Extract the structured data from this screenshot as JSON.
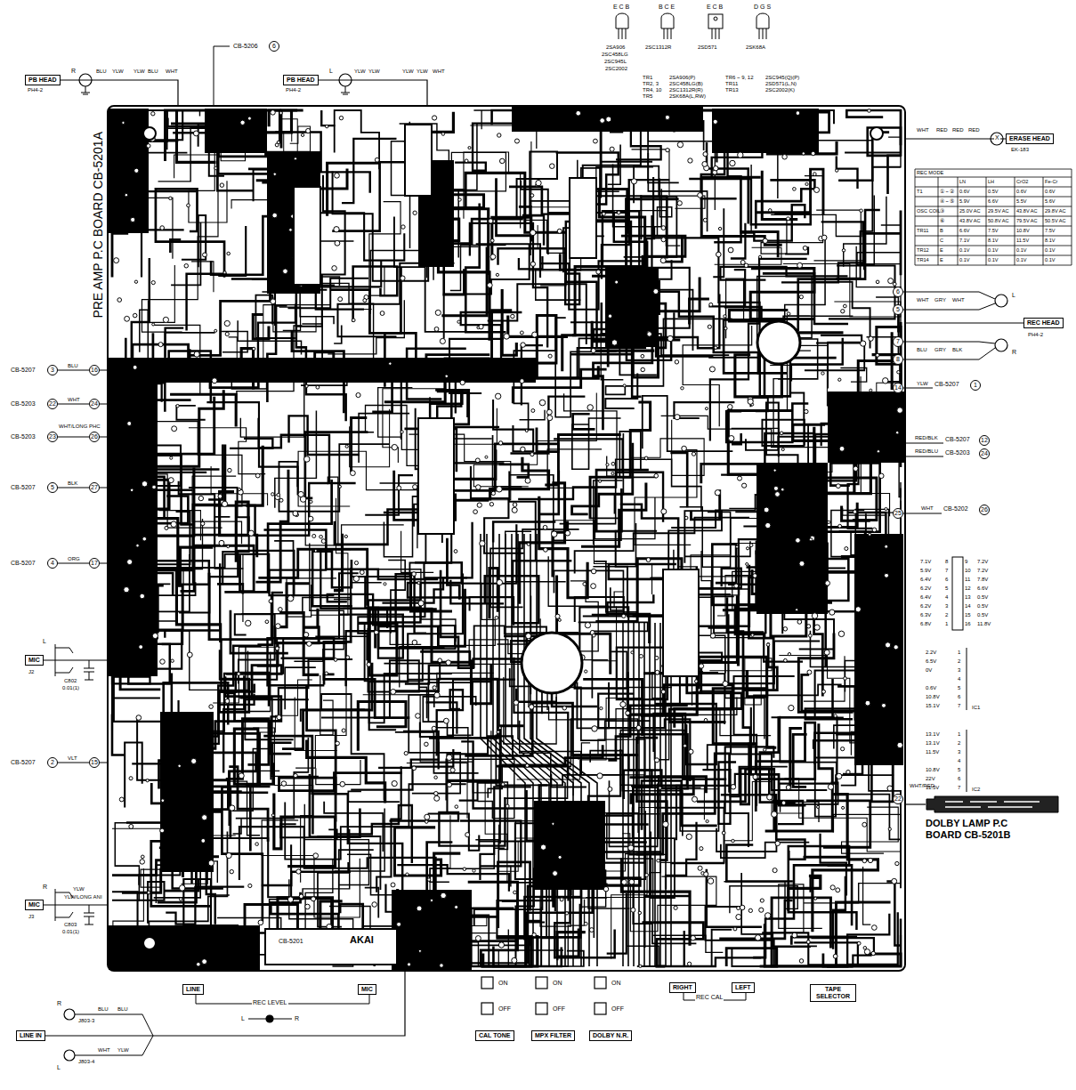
{
  "diagram": {
    "nodes": [
      {
        "text": [
          "PB HEAD"
        ]
      },
      {
        "text": [
          "PB HEAD"
        ]
      },
      {
        "text": [
          "ERASE HEAD"
        ]
      },
      {
        "text": [
          "PRE AMP P.C BOARD CB-5201A"
        ]
      },
      {
        "text": [
          "REC HEAD"
        ]
      },
      {
        "text": [
          "MIC"
        ]
      },
      {
        "text": [
          "MIC"
        ]
      },
      {
        "text": [
          "DOLBY LAMP P.C BOARD CB-5201B"
        ]
      },
      {
        "text": [
          "LINE"
        ]
      },
      {
        "text": [
          "MIC"
        ]
      },
      {
        "text": [
          "CAL TONE"
        ]
      },
      {
        "text": [
          "MPX FILTER"
        ]
      },
      {
        "text": [
          "DOLBY N.R."
        ]
      },
      {
        "text": [
          "RIGHT"
        ]
      },
      {
        "text": [
          "LEFT"
        ]
      },
      {
        "text": [
          "TAPE SELECTOR"
        ]
      },
      {
        "text": [
          "LINE IN"
        ]
      }
    ],
    "edges": [
      {
        "from": 0,
        "to": 3,
        "arrow": "none"
      },
      {
        "from": 1,
        "to": 3,
        "arrow": "none"
      },
      {
        "from": 2,
        "to": 3,
        "arrow": "none"
      },
      {
        "from": 4,
        "to": 3,
        "arrow": "none"
      },
      {
        "from": 5,
        "to": 3,
        "arrow": "none"
      },
      {
        "from": 6,
        "to": 3,
        "arrow": "none"
      },
      {
        "from": 16,
        "to": 3,
        "arrow": "none"
      },
      {
        "from": 7,
        "to": 3,
        "arrow": "none"
      }
    ],
    "labels": [
      "E C B",
      "B C E",
      "E C B",
      "D G S",
      "2SA906",
      "2SC458LG",
      "2SC945L",
      "2SC2002",
      "2SC1312R",
      "2SD571",
      "2SK68A",
      "TR1",
      "2SA906(P)",
      "TR2, 3",
      "2SC458LG(B)",
      "TR4, 10",
      "2SC1312R(R)",
      "TR5",
      "2SK68A(L,RW)",
      "TR6 ~ 9, 12",
      "2SC945(Q)(P)",
      "TR11",
      "2SD571(L,N)",
      "TR13",
      "2SC2002(K)",
      "PH4-2",
      "R",
      "BLU",
      "YLW",
      "YLW",
      "BLU",
      "WHT",
      "CB-5206",
      "6",
      "PH4-2",
      "L",
      "YLW",
      "YLW",
      "YLW",
      "YLW",
      "WHT",
      "EK-183",
      "WHT",
      "RED",
      "RED",
      "RED",
      "X",
      "6",
      "5",
      "7",
      "8",
      "WHT",
      "GRY",
      "WHT",
      "L",
      "BLU",
      "GRY",
      "BLK",
      "R",
      "PH4-2",
      "14",
      "YLW",
      "CB-5207",
      "1",
      "RED/BLK",
      "CB-5207",
      "12",
      "RED/BLU",
      "CB-5203",
      "24",
      "25",
      "WHT",
      "CB-5202",
      "26",
      "22",
      "WHT/RED",
      "CB-5207",
      "3",
      "BLU",
      "16",
      "CB-5203",
      "22",
      "WHT",
      "24",
      "CB-5203",
      "23",
      "WHT/LONG PHC",
      "26",
      "CB-5207",
      "5",
      "BLK",
      "27",
      "CB-5207",
      "4",
      "ORG",
      "17",
      "CB-5207",
      "2",
      "VLT",
      "15",
      "L",
      "J2",
      "C802",
      "0.01(1)",
      "R",
      "J3",
      "YLW",
      "YLW/LONG ANI",
      "C803",
      "0.01(1)",
      "R",
      "J803-3",
      "L",
      "J803-4",
      "BLU",
      "BLU",
      "WHT",
      "YLW",
      "REC LEVEL",
      "L",
      "R",
      "ON",
      "ON",
      "ON",
      "OFF",
      "OFF",
      "OFF",
      "REC CAL",
      "CB-5201",
      "AKAI",
      "REC MODE",
      "LN",
      "LH",
      "CrO2",
      "Fe-Cr",
      "T1",
      "① ~ ②",
      "0.6V",
      "0.5V",
      "0.6V",
      "0.6V",
      "④ ~ ⑤",
      "5.9V",
      "6.6V",
      "5.5V",
      "5.6V",
      "OSC COIL",
      "③",
      "25.0V AC",
      "29.5V AC",
      "43.8V AC",
      "29.8V AC",
      "⑥",
      "43.8V AC",
      "50.8V AC",
      "79.5V AC",
      "50.5V AC",
      "TR11",
      "B",
      "6.6V",
      "7.5V",
      "10.8V",
      "7.5V",
      "C",
      "7.1V",
      "8.1V",
      "11.5V",
      "8.1V",
      "TR12",
      "E",
      "0.1V",
      "0.1V",
      "0.1V",
      "0.1V",
      "TR14",
      "E",
      "0.1V",
      "0.1V",
      "0.1V",
      "0.1V",
      "7.1V",
      "8",
      "9",
      "7.2V",
      "5.9V",
      "7",
      "10",
      "7.2V",
      "6.4V",
      "6",
      "11",
      "7.8V",
      "6.2V",
      "5",
      "12",
      "6.6V",
      "6.4V",
      "4",
      "13",
      "0.5V",
      "6.2V",
      "3",
      "14",
      "0.5V",
      "6.3V",
      "2",
      "15",
      "0.5V",
      "6.8V",
      "1",
      "16",
      "11.8V",
      "2.2V",
      "1",
      "6.5V",
      "2",
      "0V",
      "3",
      "4",
      "0.6V",
      "5",
      "10.8V",
      "6",
      "15.1V",
      "7",
      "IC1",
      "13.1V",
      "1",
      "13.1V",
      "2",
      "11.5V",
      "3",
      "4",
      "10.8V",
      "5",
      "22V",
      "6",
      "11.5V",
      "7",
      "IC2"
    ]
  }
}
